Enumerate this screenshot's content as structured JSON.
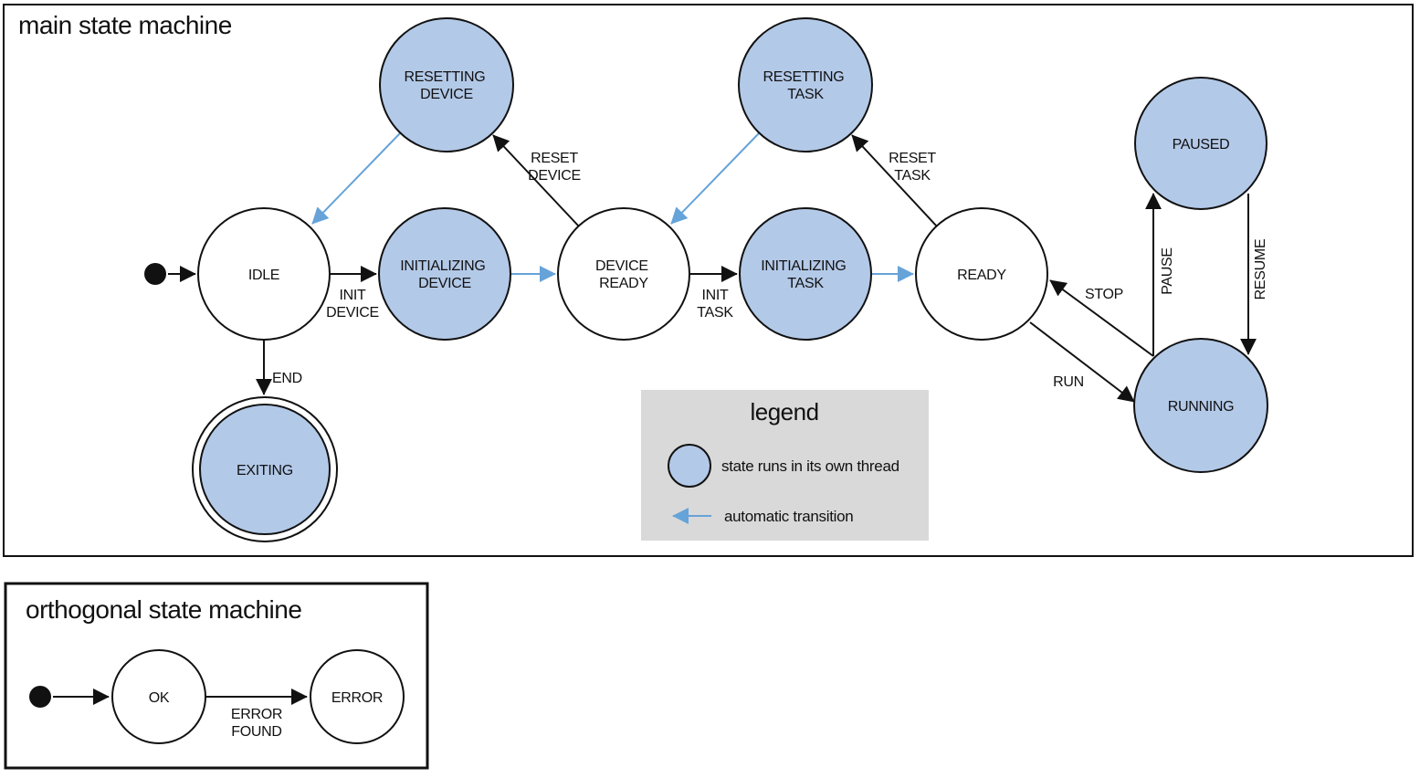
{
  "main": {
    "title": "main state machine",
    "states": [
      {
        "id": "idle",
        "label_lines": [
          "IDLE"
        ],
        "threaded": false
      },
      {
        "id": "resetting-device",
        "label_lines": [
          "RESETTING",
          "DEVICE"
        ],
        "threaded": true
      },
      {
        "id": "initializing-device",
        "label_lines": [
          "INITIALIZING",
          "DEVICE"
        ],
        "threaded": true
      },
      {
        "id": "device-ready",
        "label_lines": [
          "DEVICE",
          "READY"
        ],
        "threaded": false
      },
      {
        "id": "resetting-task",
        "label_lines": [
          "RESETTING",
          "TASK"
        ],
        "threaded": true
      },
      {
        "id": "initializing-task",
        "label_lines": [
          "INITIALIZING",
          "TASK"
        ],
        "threaded": true
      },
      {
        "id": "ready",
        "label_lines": [
          "READY"
        ],
        "threaded": false
      },
      {
        "id": "paused",
        "label_lines": [
          "PAUSED"
        ],
        "threaded": true
      },
      {
        "id": "running",
        "label_lines": [
          "RUNNING"
        ],
        "threaded": true
      },
      {
        "id": "exiting",
        "label_lines": [
          "EXITING"
        ],
        "threaded": true,
        "final": true
      }
    ],
    "transitions": [
      {
        "from": "start",
        "to": "idle",
        "label_lines": [],
        "type": "event"
      },
      {
        "from": "idle",
        "to": "initializing-device",
        "label_lines": [
          "INIT",
          "DEVICE"
        ],
        "type": "event"
      },
      {
        "from": "initializing-device",
        "to": "device-ready",
        "label_lines": [],
        "type": "automatic"
      },
      {
        "from": "device-ready",
        "to": "resetting-device",
        "label_lines": [
          "RESET",
          "DEVICE"
        ],
        "type": "event"
      },
      {
        "from": "resetting-device",
        "to": "idle",
        "label_lines": [],
        "type": "automatic"
      },
      {
        "from": "device-ready",
        "to": "initializing-task",
        "label_lines": [
          "INIT",
          "TASK"
        ],
        "type": "event"
      },
      {
        "from": "initializing-task",
        "to": "ready",
        "label_lines": [],
        "type": "automatic"
      },
      {
        "from": "ready",
        "to": "resetting-task",
        "label_lines": [
          "RESET",
          "TASK"
        ],
        "type": "event"
      },
      {
        "from": "resetting-task",
        "to": "device-ready",
        "label_lines": [],
        "type": "automatic"
      },
      {
        "from": "ready",
        "to": "running",
        "label_lines": [
          "RUN"
        ],
        "type": "event"
      },
      {
        "from": "running",
        "to": "ready",
        "label_lines": [
          "STOP"
        ],
        "type": "event"
      },
      {
        "from": "running",
        "to": "paused",
        "label_lines": [
          "PAUSE"
        ],
        "type": "event"
      },
      {
        "from": "paused",
        "to": "running",
        "label_lines": [
          "RESUME"
        ],
        "type": "event"
      },
      {
        "from": "idle",
        "to": "exiting",
        "label_lines": [
          "END"
        ],
        "type": "event"
      }
    ]
  },
  "legend": {
    "title": "legend",
    "items": [
      {
        "icon": "thread-state-circle",
        "label": "state runs in its own thread"
      },
      {
        "icon": "automatic-transition-arrow",
        "label": "automatic transition"
      }
    ]
  },
  "orthogonal": {
    "title": "orthogonal state machine",
    "states": [
      {
        "id": "ok",
        "label_lines": [
          "OK"
        ]
      },
      {
        "id": "error",
        "label_lines": [
          "ERROR"
        ]
      }
    ],
    "transitions": [
      {
        "from": "start",
        "to": "ok",
        "label_lines": []
      },
      {
        "from": "ok",
        "to": "error",
        "label_lines": [
          "ERROR",
          "FOUND"
        ]
      }
    ]
  },
  "colors": {
    "thread_fill": "#b3c9e8",
    "auto_arrow": "#66a3d9",
    "legend_bg": "#d9d9d9",
    "stroke": "#111111"
  }
}
